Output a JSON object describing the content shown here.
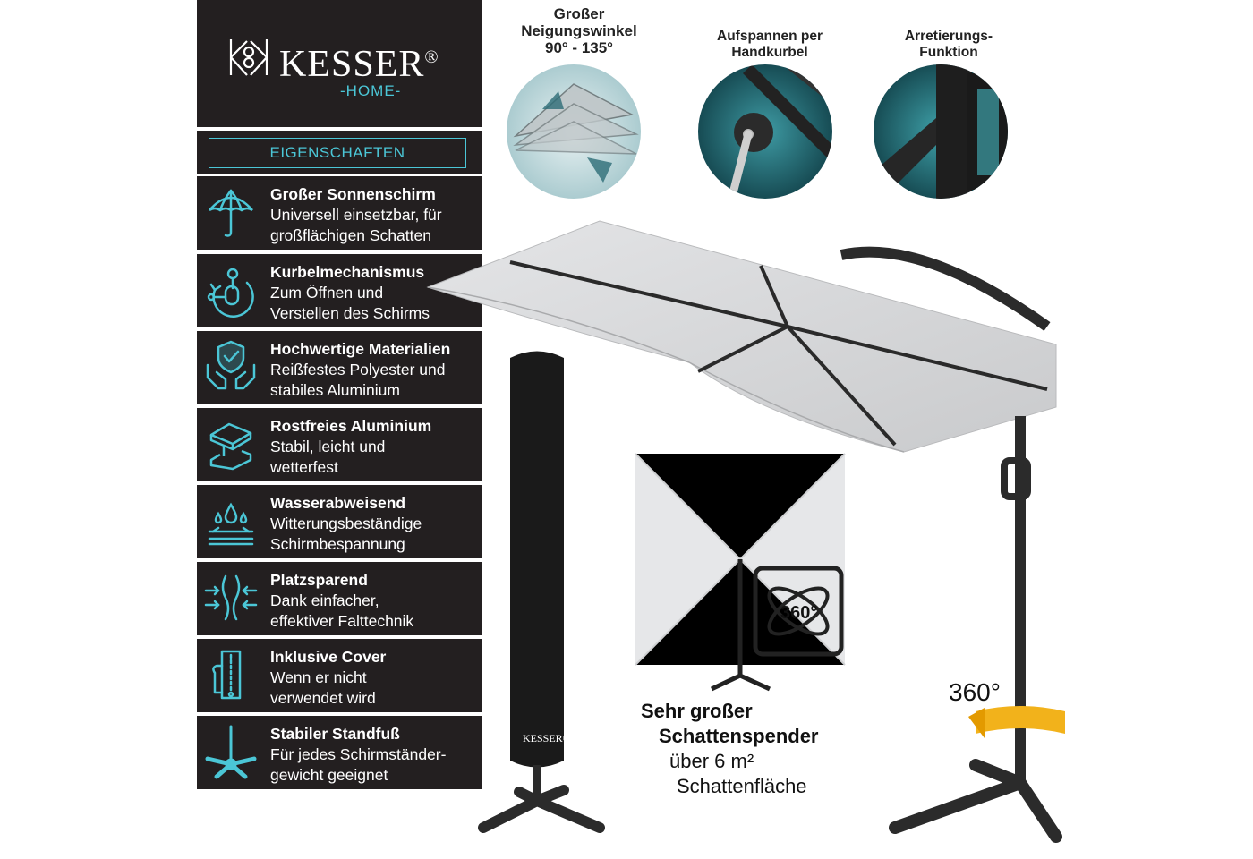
{
  "brand": {
    "name": "KESSER",
    "registered": "®",
    "subtitle": "-HOME-"
  },
  "properties_heading": "EIGENSCHAFTEN",
  "features": [
    {
      "icon": "umbrella-icon",
      "title": "Großer Sonnenschirm",
      "line1": "Universell einsetzbar, für",
      "line2": "großflächigen Schatten"
    },
    {
      "icon": "crank-icon",
      "title": "Kurbelmechanismus",
      "line1": "Zum Öffnen und",
      "line2": "Verstellen des Schirms"
    },
    {
      "icon": "shield-hands-icon",
      "title": "Hochwertige Materialien",
      "line1": "Reißfestes Polyester und",
      "line2": "stabiles Aluminium"
    },
    {
      "icon": "steel-beam-icon",
      "title": "Rostfreies Aluminium",
      "line1": "Stabil, leicht und",
      "line2": "wetterfest"
    },
    {
      "icon": "water-drops-icon",
      "title": "Wasserabweisend",
      "line1": "Witterungsbeständige",
      "line2": "Schirmbespannung"
    },
    {
      "icon": "compress-icon",
      "title": "Platzsparend",
      "line1": "Dank einfacher,",
      "line2": "effektiver Falttechnik"
    },
    {
      "icon": "cover-icon",
      "title": "Inklusive Cover",
      "line1": "Wenn er nicht",
      "line2": "verwendet wird"
    },
    {
      "icon": "stand-icon",
      "title": "Stabiler Standfuß",
      "line1": "Für jedes Schirmständer-",
      "line2": "gewicht geeignet"
    }
  ],
  "top_features": [
    {
      "line1": "Großer",
      "line2": "Neigungswinkel",
      "line3": "90° - 135°"
    },
    {
      "line1": "Aufspannen per",
      "line2": "Handkurbel"
    },
    {
      "line1": "Arretierungs-",
      "line2": "Funktion"
    }
  ],
  "rotation_badge": "360°",
  "rotation_label": "360°",
  "shade": {
    "line1": "Sehr großer",
    "line2": "Schattenspender",
    "line3": "über 6 m²",
    "line4": "Schattenfläche"
  },
  "cover_brand": "KESSER®",
  "colors": {
    "panel": "#231f20",
    "accent": "#4bc6d6",
    "canopy": "#d9dadc",
    "frame": "#2b2b2b",
    "rotation_arrow": "#f2b21b"
  }
}
